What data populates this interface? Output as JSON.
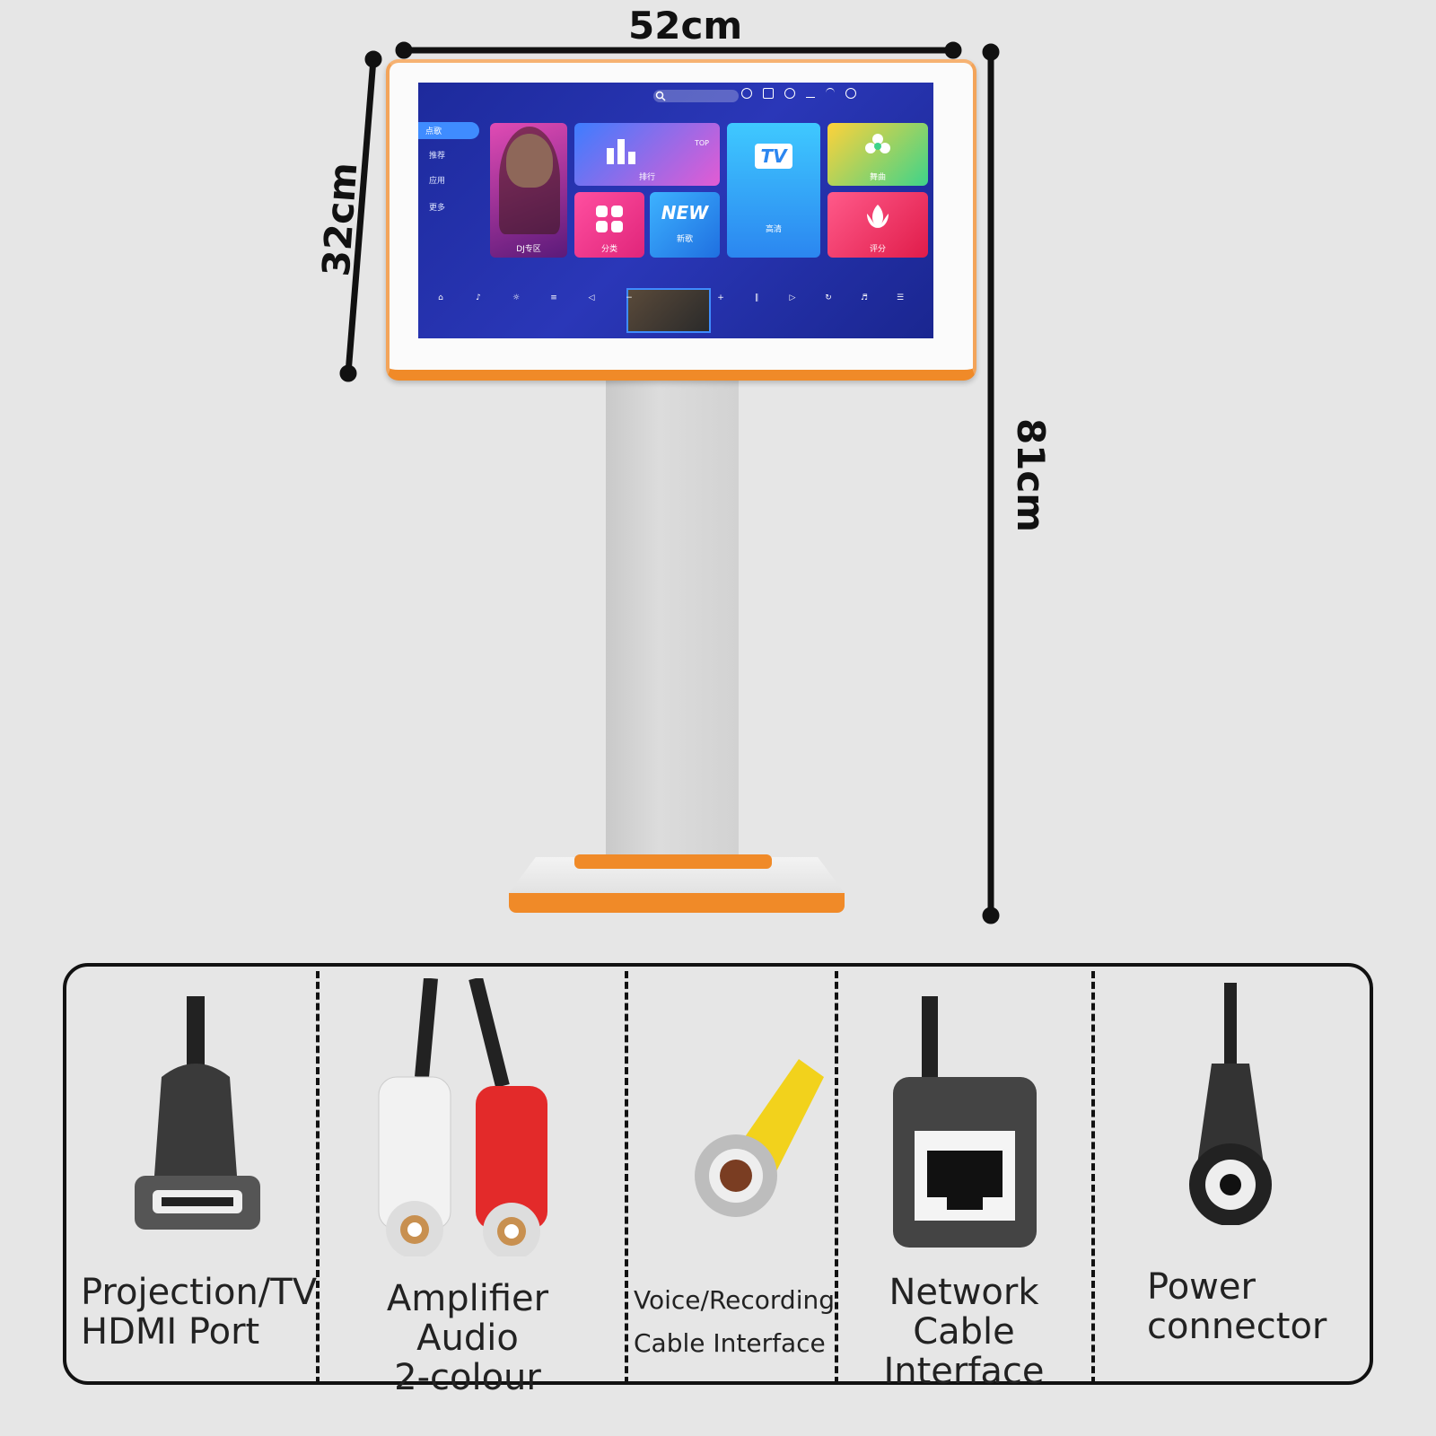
{
  "dimensions": {
    "width_label": "52cm",
    "depth_label": "32cm",
    "height_label": "81cm"
  },
  "screen_ui": {
    "sidebar": [
      "点歌",
      "推荐",
      "应用",
      "更多"
    ],
    "tiles": [
      {
        "label": "DJ专区"
      },
      {
        "label": "排行",
        "badge": "TOP"
      },
      {
        "label": "分类"
      },
      {
        "label": "新歌",
        "big": "NEW"
      },
      {
        "label": "高清",
        "big": "TV"
      },
      {
        "label": "舞曲"
      },
      {
        "label": "评分"
      }
    ]
  },
  "ports": [
    {
      "line1": "Projection/TV",
      "line2": "HDMI Port",
      "icon": "hdmi-port-icon"
    },
    {
      "line1": "Amplifier Audio",
      "line2": "2-colour",
      "icon": "rca-red-white-icon"
    },
    {
      "line1": "Voice/Recording",
      "line2": "Cable Interface",
      "icon": "rca-yellow-icon"
    },
    {
      "line1": "Network Cable",
      "line2": "Interface",
      "icon": "rj45-port-icon"
    },
    {
      "line1": "Power",
      "line2": "connector",
      "icon": "dc-power-jack-icon"
    }
  ],
  "colors": {
    "accent_orange": "#f08a28",
    "screen_blue": "#2a37b8",
    "background": "#e6e6e6"
  }
}
